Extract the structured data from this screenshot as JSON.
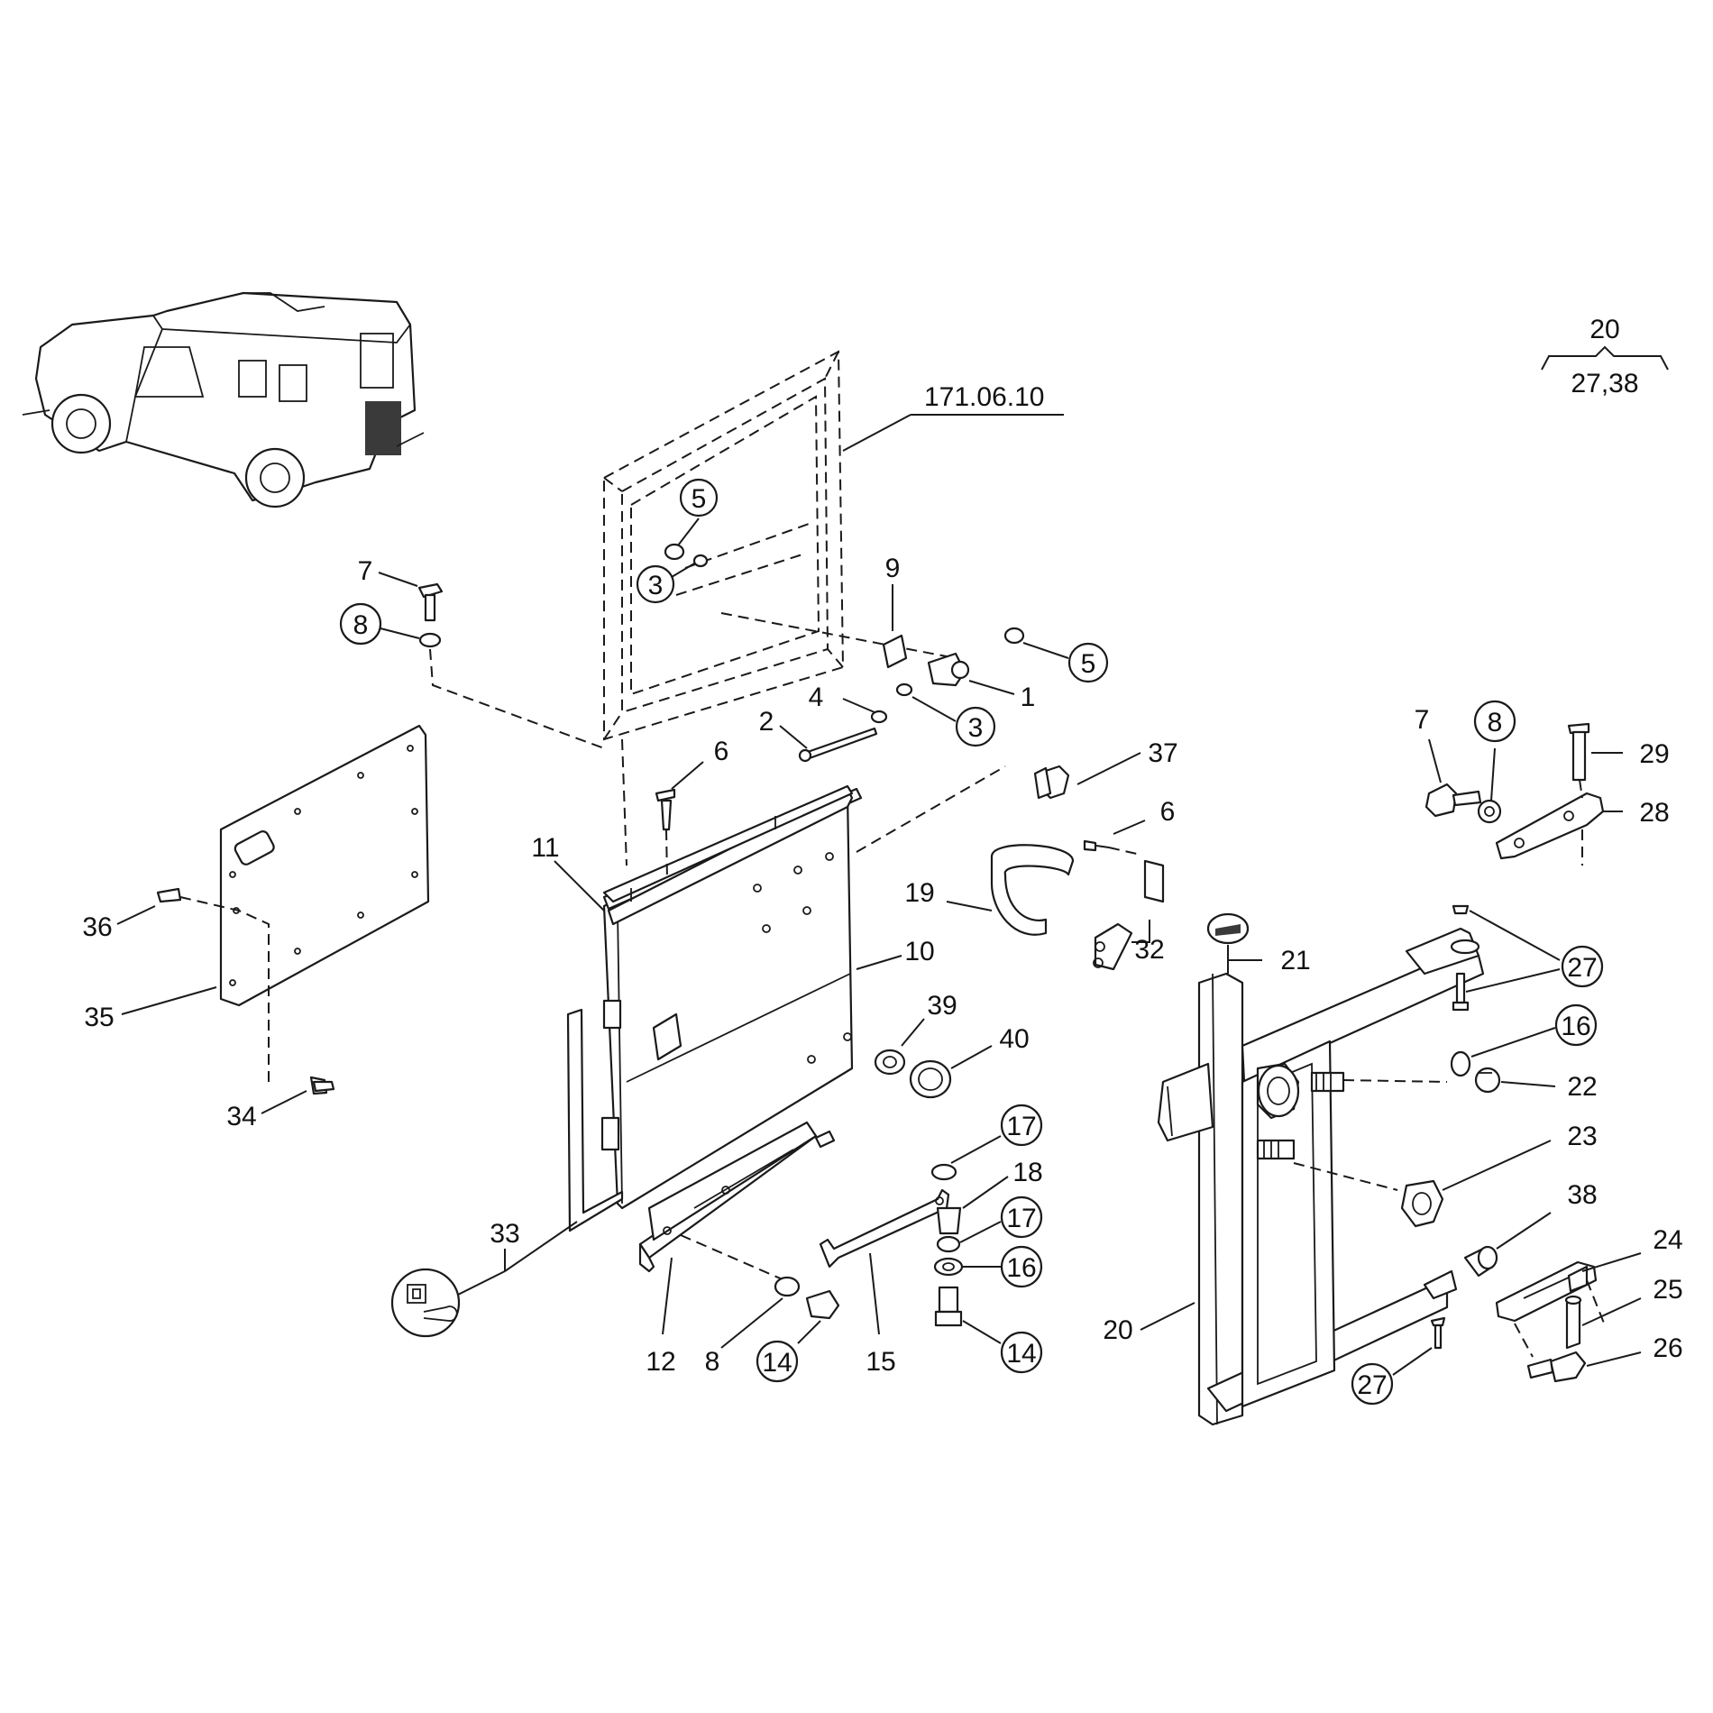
{
  "diagram": {
    "group_code": "171.06.10",
    "ref_top": "20",
    "ref_bottom": "27,38",
    "callouts": {
      "c1": "1",
      "c2": "2",
      "c3a": "3",
      "c3b": "3",
      "c4": "4",
      "c5a": "5",
      "c5b": "5",
      "c6a": "6",
      "c6b": "6",
      "c7a": "7",
      "c7b": "7",
      "c8a": "8",
      "c8b": "8",
      "c8c": "8",
      "c9": "9",
      "c10": "10",
      "c11": "11",
      "c12": "12",
      "c14a": "14",
      "c14b": "14",
      "c15": "15",
      "c16a": "16",
      "c16b": "16",
      "c17a": "17",
      "c17b": "17",
      "c18": "18",
      "c19": "19",
      "c20a": "20",
      "c21": "21",
      "c22": "22",
      "c23": "23",
      "c24": "24",
      "c25": "25",
      "c26": "26",
      "c27a": "27",
      "c27b": "27",
      "c28": "28",
      "c29": "29",
      "c32": "32",
      "c33": "33",
      "c34": "34",
      "c35": "35",
      "c36": "36",
      "c37": "37",
      "c38": "38",
      "c39": "39",
      "c40": "40"
    }
  }
}
